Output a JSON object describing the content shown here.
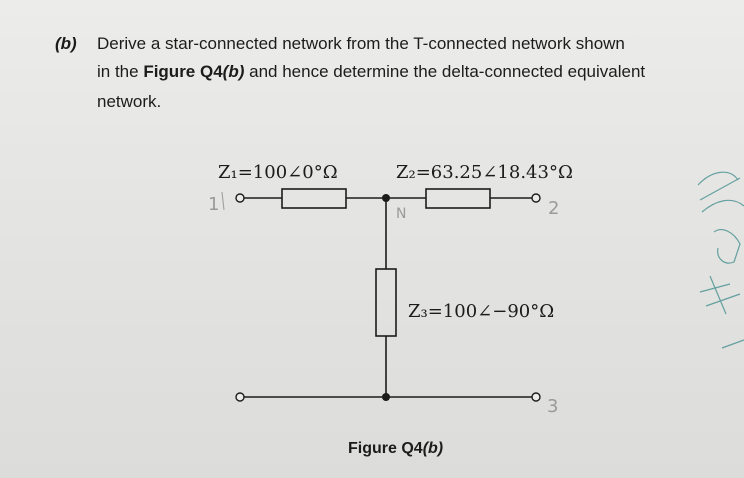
{
  "question": {
    "label": "(b)",
    "line1": "Derive a star-connected network from the T-connected network shown",
    "line2_prefix": "in the ",
    "line2_bold": "Figure Q4",
    "line2_bolditalic": "(b)",
    "line2_suffix": " and hence determine the delta-connected equivalent",
    "line3": "network."
  },
  "circuit": {
    "z1_label": "Z₁=100∠0°Ω",
    "z2_label": "Z₂=63.25∠18.43°Ω",
    "z3_label": "Z₃=100∠−90°Ω"
  },
  "annotations": {
    "node1": "1",
    "node2": "2",
    "node3": "3",
    "center": "N"
  },
  "caption": {
    "prefix": "Figure Q4",
    "suffix": "(b)"
  }
}
